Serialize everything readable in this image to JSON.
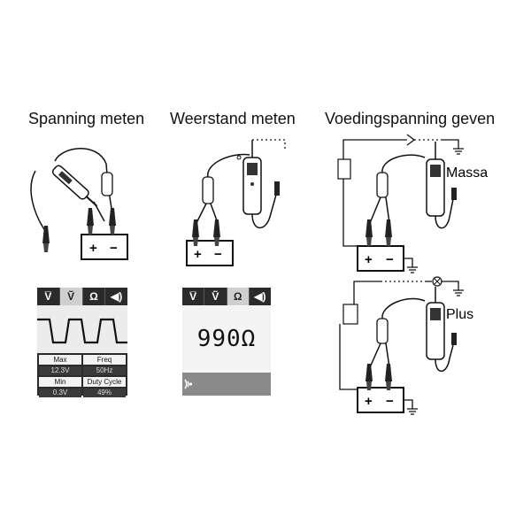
{
  "titles": {
    "voltage": "Spanning meten",
    "resistance": "Weerstand meten",
    "supply": "Voedingspanning geven"
  },
  "labels": {
    "ground": "Massa",
    "plus": "Plus",
    "battery_plus": "+",
    "battery_minus": "−"
  },
  "screen_waveform": {
    "modes": [
      "V̅",
      "Ṽ",
      "Ω",
      "◀)"
    ],
    "active_mode": 1,
    "cells": [
      {
        "label": "Max",
        "value": "12.3V"
      },
      {
        "label": "Freq",
        "value": "50Hz"
      },
      {
        "label": "Min",
        "value": "0.3V"
      },
      {
        "label": "Duty Cycle",
        "value": "49%"
      }
    ]
  },
  "screen_resistance": {
    "modes": [
      "V̅",
      "Ṽ",
      "Ω",
      "◀)"
    ],
    "active_mode": 2,
    "reading": "990Ω"
  }
}
